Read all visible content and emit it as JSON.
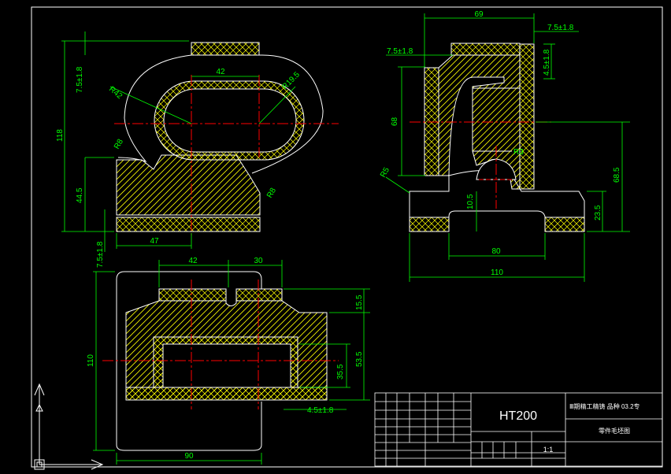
{
  "dimensions": {
    "front_width_inner": "42",
    "front_radius_outer": "R42",
    "front_radius_inner": "R19.5",
    "front_top_wall": "7.5±1.8",
    "front_height_total": "118",
    "front_height_lower": "44.5",
    "front_bottom_wall": "7.5±1.8",
    "front_width_base": "47",
    "front_r_left": "R8",
    "front_r_right": "R8",
    "side_width_top": "69",
    "side_wall_right": "7.5±1.8",
    "side_wall_left": "7.5±1.8",
    "side_wall_inner": "4.5±1.8",
    "side_height_left": "68",
    "side_height_right": "68.5",
    "side_radius": "R3",
    "side_r_corner": "R5",
    "side_height_small": "10.5",
    "side_height_base": "23.5",
    "side_width_inner": "80",
    "side_width_base": "110",
    "top_width_left": "42",
    "top_width_right": "30",
    "top_height_left": "110",
    "top_wall_top": "15.5",
    "top_height_inner": "35.5",
    "top_height_outer": "53.5",
    "top_wall_bottom": "4.5±1.8",
    "top_width_bottom": "90"
  },
  "title_block": {
    "material": "HT200",
    "scale": "1:1",
    "drawing_title": "Ⅲ期精工精铸 品种 03.2专",
    "part_name": "零件毛坯图"
  },
  "colors": {
    "dimension": "#00ff00",
    "outline": "#ffffff",
    "centerline": "#ff0000",
    "hatch": "#ffff00",
    "background": "#000000"
  }
}
